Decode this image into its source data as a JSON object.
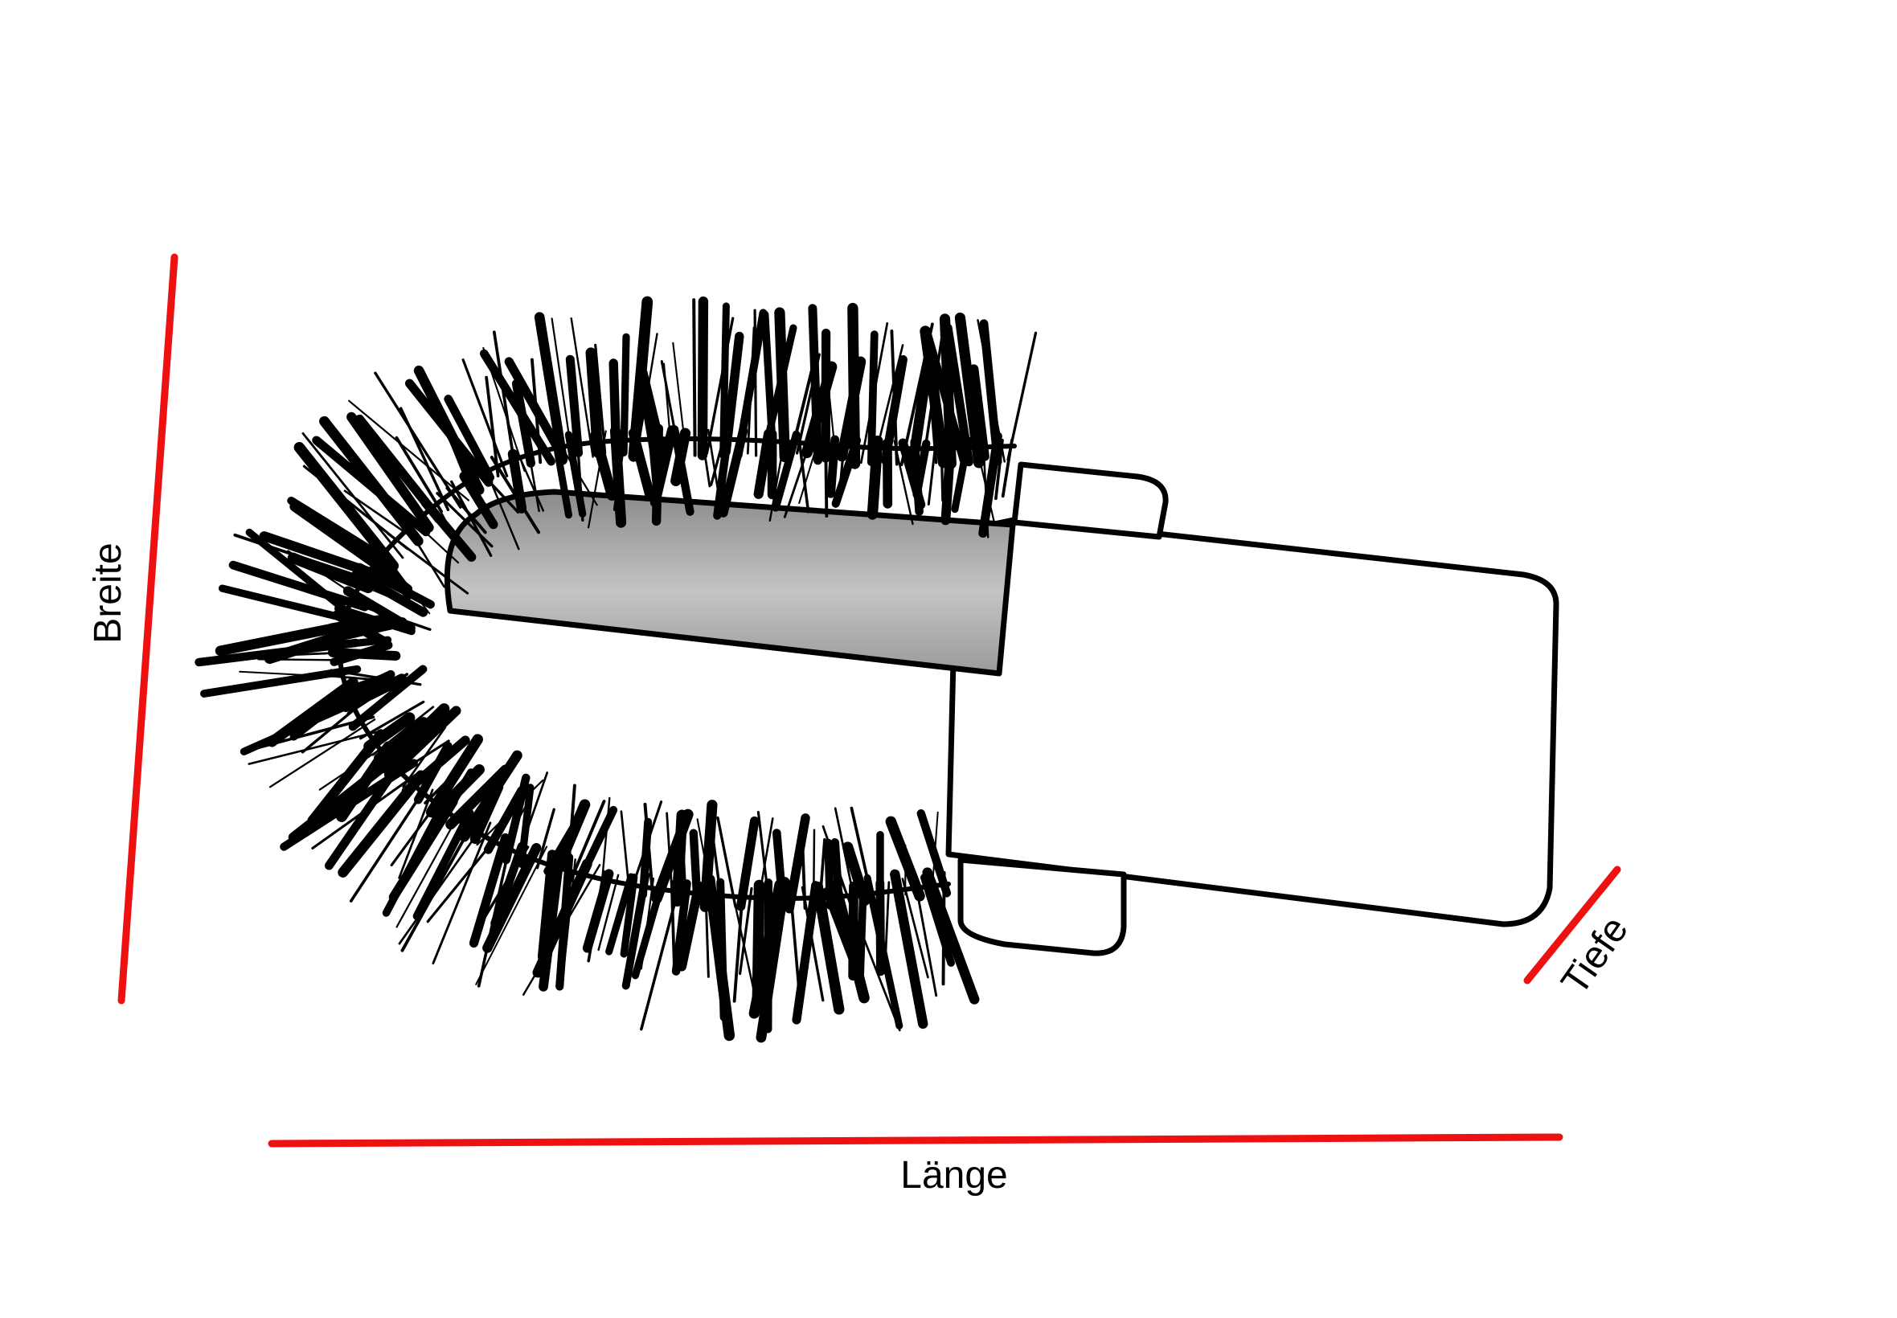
{
  "labels": {
    "breite": "Breite",
    "laenge": "Länge",
    "tiefe": "Tiefe"
  },
  "colors": {
    "dimension_line": "#ee1111",
    "outline": "#000000",
    "inner_shade": "#9a9a9a"
  }
}
